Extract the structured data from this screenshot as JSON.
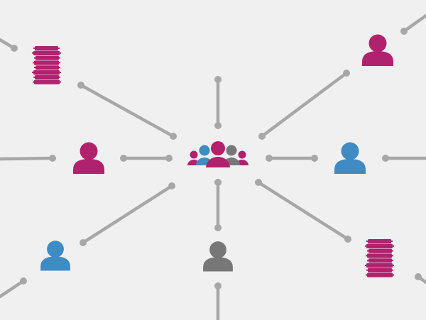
{
  "diagram": {
    "background": "#f0f0f0",
    "edge_color": "#a7a7a7",
    "colors": {
      "magenta": "#b0226e",
      "blue": "#3f8bc4",
      "gray": "#777777"
    },
    "hub": {
      "icon": "people-group-icon"
    },
    "nodes": [
      {
        "id": "user-left",
        "icon": "person-icon",
        "color": "magenta"
      },
      {
        "id": "user-right",
        "icon": "person-icon",
        "color": "blue"
      },
      {
        "id": "user-top-right",
        "icon": "person-icon",
        "color": "magenta"
      },
      {
        "id": "user-bottom-left",
        "icon": "person-icon",
        "color": "blue"
      },
      {
        "id": "user-bottom",
        "icon": "person-icon",
        "color": "gray"
      },
      {
        "id": "coin-stack-top-left",
        "icon": "coin-stack-icon",
        "color": "magenta"
      },
      {
        "id": "coin-stack-bottom-right",
        "icon": "coin-stack-icon",
        "color": "magenta"
      }
    ]
  }
}
